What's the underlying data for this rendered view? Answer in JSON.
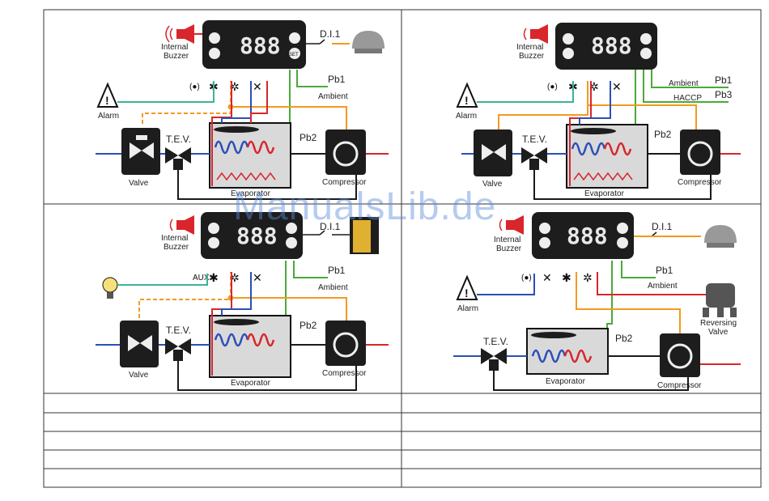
{
  "labels": {
    "internal_buzzer_1": "Internal",
    "internal_buzzer_2": "Buzzer",
    "di1": "D.I.1",
    "pb1": "Pb1",
    "pb2": "Pb2",
    "pb3": "Pb3",
    "ambient": "Ambient",
    "haccp": "HACCP",
    "alarm": "Alarm",
    "tev": "T.E.V.",
    "valve": "Valve",
    "evaporator": "Evaporator",
    "compressor": "Compressor",
    "aux": "AUX",
    "reversing_1": "Reversing",
    "reversing_2": "Valve"
  },
  "display": {
    "digits": "888",
    "set": "SET",
    "aux": "AUX"
  },
  "watermark": "ManualsLib.de",
  "colors": {
    "orange": "#f39a1e",
    "green": "#4aa93a",
    "blue": "#2b4fb8",
    "red": "#d8262c",
    "teal": "#3bb39a",
    "black": "#1a1a1a"
  }
}
